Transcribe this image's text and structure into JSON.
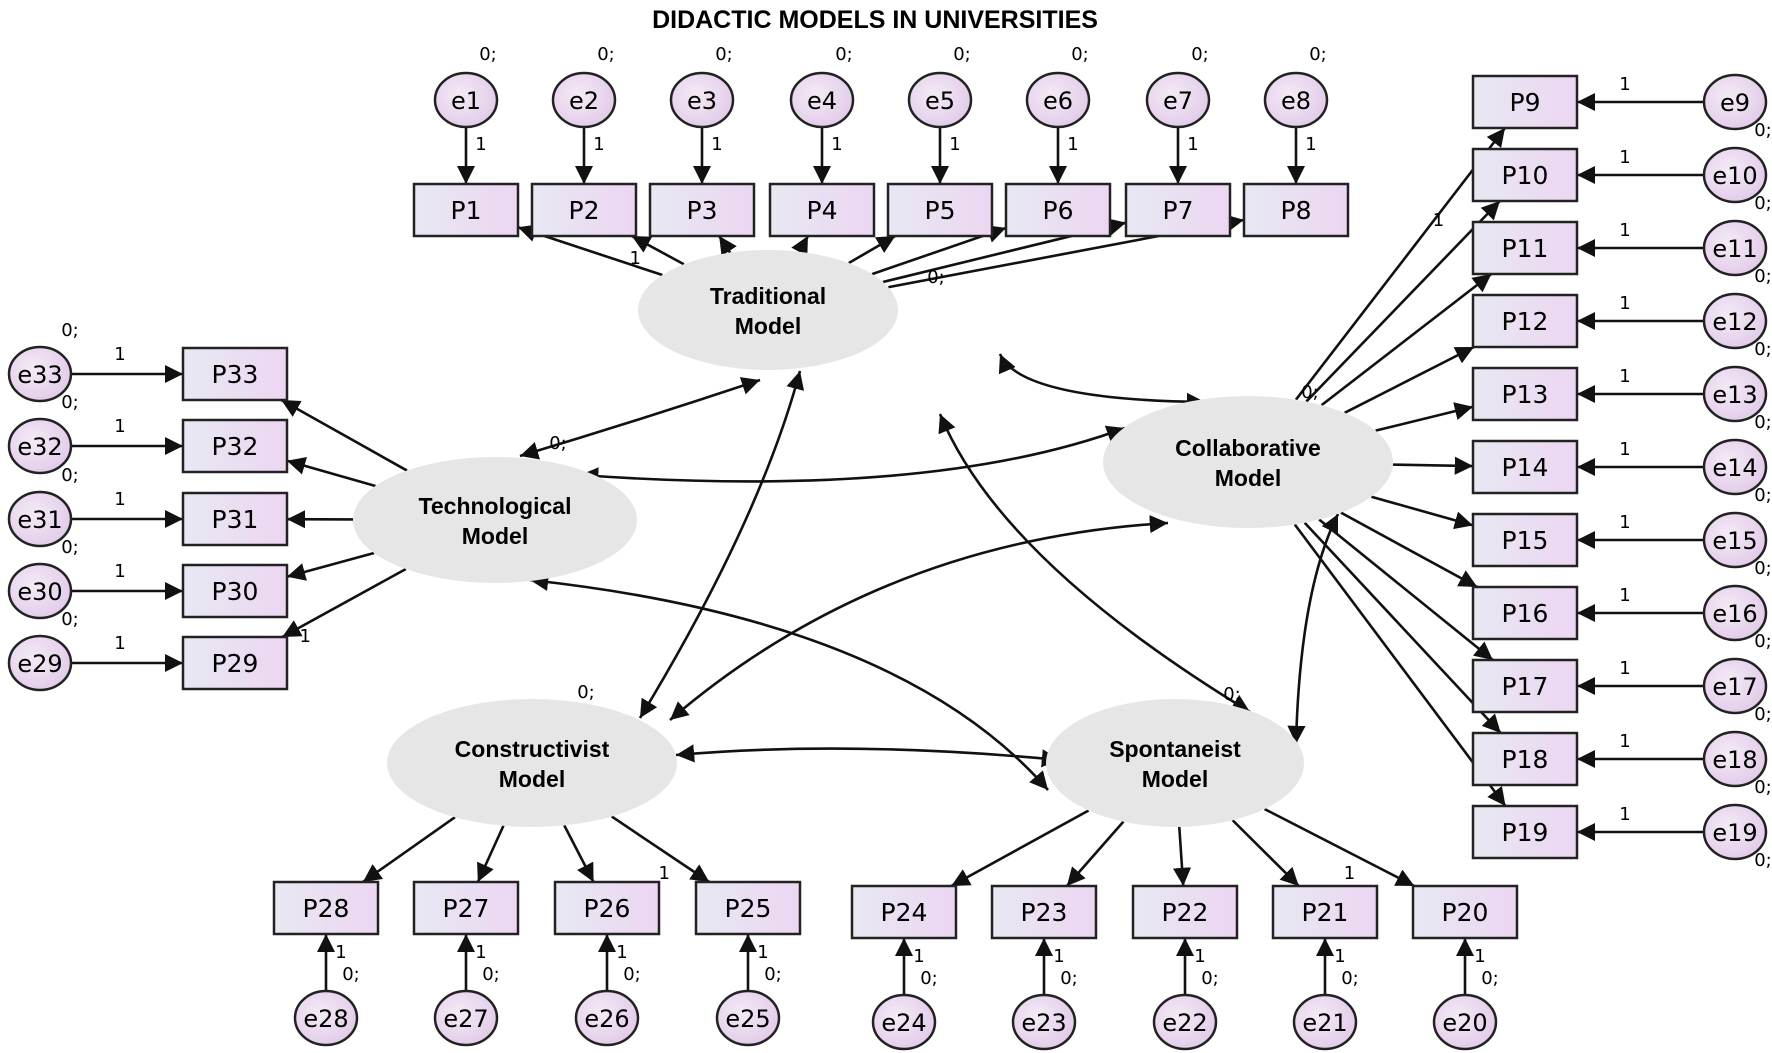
{
  "title": "DIDACTIC MODELS IN UNIVERSITIES",
  "intercept_label": "0;",
  "weight_label": "1",
  "latents": [
    {
      "id": "traditional",
      "lines": [
        "Traditional",
        "Model"
      ]
    },
    {
      "id": "technological",
      "lines": [
        "Technological",
        "Model"
      ]
    },
    {
      "id": "collaborative",
      "lines": [
        "Collaborative",
        "Model"
      ]
    },
    {
      "id": "constructivist",
      "lines": [
        "Constructivist",
        "Model"
      ]
    },
    {
      "id": "spontaneist",
      "lines": [
        "Spontaneist",
        "Model"
      ]
    }
  ],
  "indicators": [
    {
      "id": "P1",
      "error": "e1",
      "latent": "traditional"
    },
    {
      "id": "P2",
      "error": "e2",
      "latent": "traditional"
    },
    {
      "id": "P3",
      "error": "e3",
      "latent": "traditional"
    },
    {
      "id": "P4",
      "error": "e4",
      "latent": "traditional"
    },
    {
      "id": "P5",
      "error": "e5",
      "latent": "traditional"
    },
    {
      "id": "P6",
      "error": "e6",
      "latent": "traditional"
    },
    {
      "id": "P7",
      "error": "e7",
      "latent": "traditional"
    },
    {
      "id": "P8",
      "error": "e8",
      "latent": "traditional"
    },
    {
      "id": "P9",
      "error": "e9",
      "latent": "collaborative"
    },
    {
      "id": "P10",
      "error": "e10",
      "latent": "collaborative"
    },
    {
      "id": "P11",
      "error": "e11",
      "latent": "collaborative"
    },
    {
      "id": "P12",
      "error": "e12",
      "latent": "collaborative"
    },
    {
      "id": "P13",
      "error": "e13",
      "latent": "collaborative"
    },
    {
      "id": "P14",
      "error": "e14",
      "latent": "collaborative"
    },
    {
      "id": "P15",
      "error": "e15",
      "latent": "collaborative"
    },
    {
      "id": "P16",
      "error": "e16",
      "latent": "collaborative"
    },
    {
      "id": "P17",
      "error": "e17",
      "latent": "collaborative"
    },
    {
      "id": "P18",
      "error": "e18",
      "latent": "collaborative"
    },
    {
      "id": "P19",
      "error": "e19",
      "latent": "collaborative"
    },
    {
      "id": "P20",
      "error": "e20",
      "latent": "spontaneist"
    },
    {
      "id": "P21",
      "error": "e21",
      "latent": "spontaneist"
    },
    {
      "id": "P22",
      "error": "e22",
      "latent": "spontaneist"
    },
    {
      "id": "P23",
      "error": "e23",
      "latent": "spontaneist"
    },
    {
      "id": "P24",
      "error": "e24",
      "latent": "spontaneist"
    },
    {
      "id": "P25",
      "error": "e25",
      "latent": "constructivist"
    },
    {
      "id": "P26",
      "error": "e26",
      "latent": "constructivist"
    },
    {
      "id": "P27",
      "error": "e27",
      "latent": "constructivist"
    },
    {
      "id": "P28",
      "error": "e28",
      "latent": "constructivist"
    },
    {
      "id": "P29",
      "error": "e29",
      "latent": "technological"
    },
    {
      "id": "P30",
      "error": "e30",
      "latent": "technological"
    },
    {
      "id": "P31",
      "error": "e31",
      "latent": "technological"
    },
    {
      "id": "P32",
      "error": "e32",
      "latent": "technological"
    },
    {
      "id": "P33",
      "error": "e33",
      "latent": "technological"
    }
  ],
  "covariances": [
    [
      "technological",
      "traditional"
    ],
    [
      "collaborative",
      "technological"
    ],
    [
      "traditional",
      "constructivist"
    ],
    [
      "collaborative",
      "constructivist"
    ],
    [
      "traditional",
      "spontaneist"
    ],
    [
      "technological",
      "spontaneist"
    ],
    [
      "spontaneist",
      "constructivist"
    ],
    [
      "collaborative",
      "spontaneist"
    ],
    [
      "collaborative",
      "traditional"
    ]
  ],
  "colors": {
    "indicator_fill": "#ece3f3",
    "error_fill": "#e9d5ef",
    "latent_fill": "#e6e6e6"
  }
}
